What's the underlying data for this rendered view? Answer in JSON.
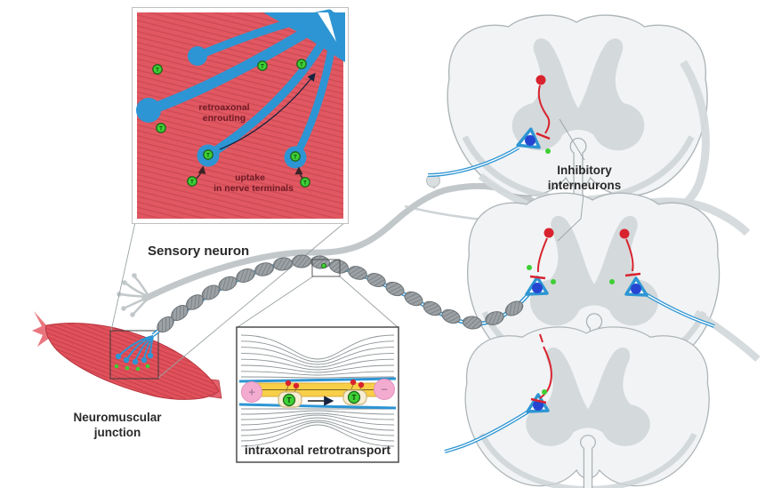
{
  "labels": {
    "sensory": "Sensory neuron",
    "nmj1": "Neuromuscular",
    "nmj2": "junction",
    "inhib1": "Inhibitory",
    "inhib2": "interneurons"
  },
  "uptake_inset": {
    "retro1": "retroaxonal",
    "retro2": "enrouting",
    "uptake1": "uptake",
    "uptake2": "in nerve terminals"
  },
  "transport_inset": {
    "caption": "intraxonal retrotransport",
    "plus": "+",
    "minus": "−",
    "toxin_letter": "T"
  },
  "colors": {
    "blue": "#2d95d3",
    "green": "#3ecf35",
    "redMuscle": "#e0515b",
    "redNeuron": "#d8232e",
    "grayNerve": "#c2c8ca",
    "ribbon": "#d4d9db",
    "sectionFill": "#f1f3f5",
    "grayMatter": "#d4d9db",
    "nucleus": "#2646d2",
    "yellow": "#f8cf47",
    "pink": "#f4abd0",
    "maroon": "#6e1b26",
    "label": "#2a2a2a",
    "myelin": "#9ba1a5",
    "insetRed": "#e15862"
  }
}
